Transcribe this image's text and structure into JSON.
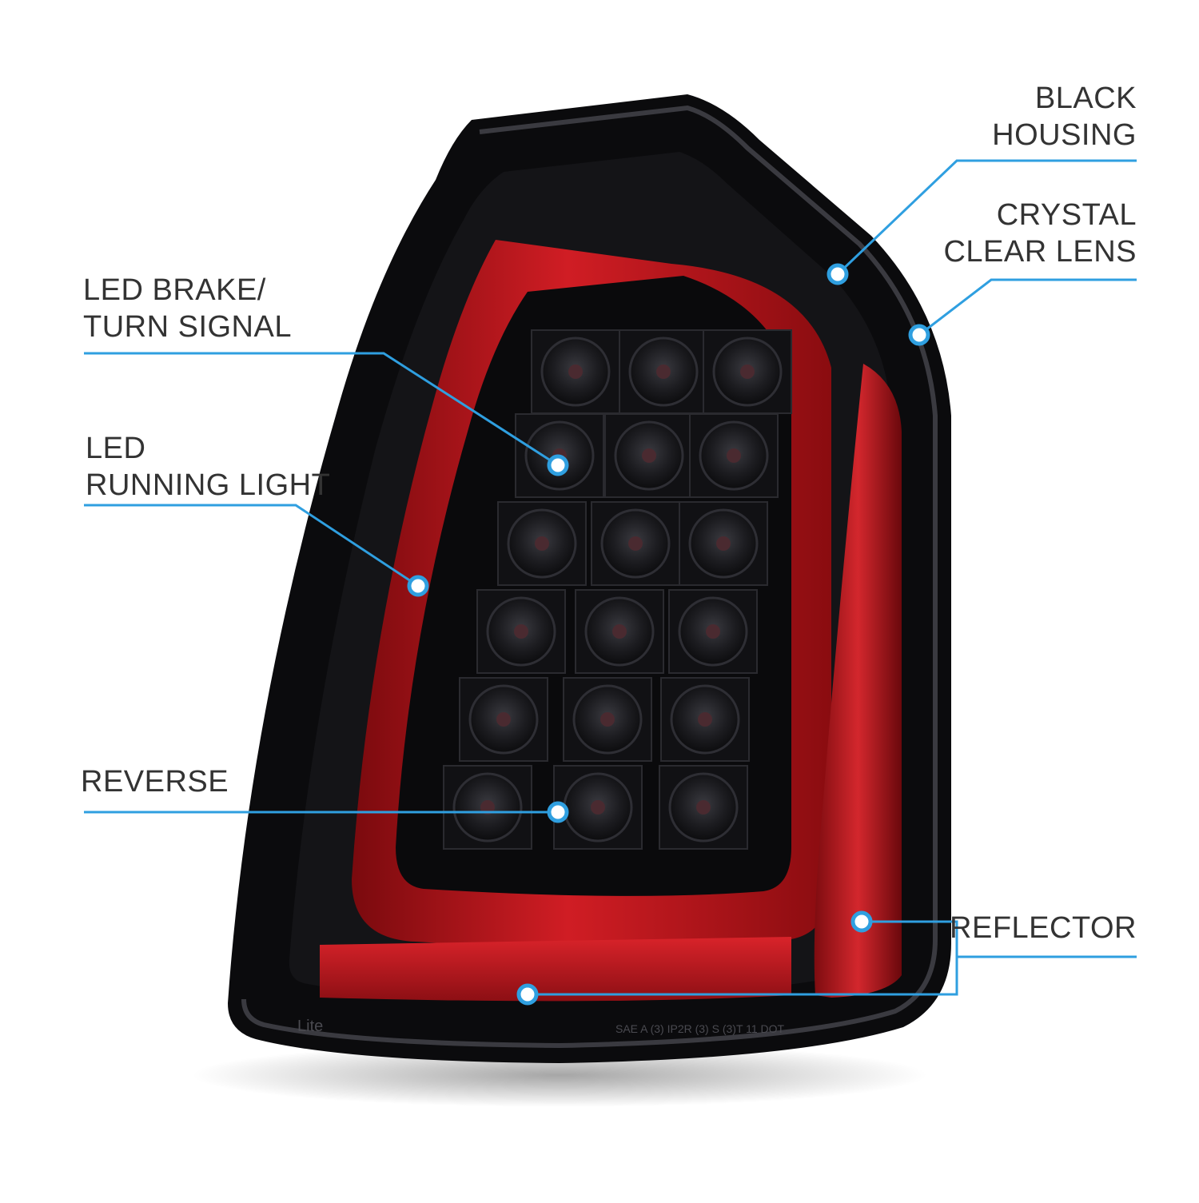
{
  "colors": {
    "callout_line": "#2f9fe0",
    "label_text": "#333333",
    "housing": "#0b0b0d",
    "light_bar": "#c3161c",
    "reflector": "#b8151b"
  },
  "callouts": {
    "led_brake": {
      "line1": "LED BRAKE/",
      "line2": "TURN SIGNAL"
    },
    "led_running": {
      "line1": "LED",
      "line2": "RUNNING LIGHT"
    },
    "reverse": {
      "line1": "REVERSE"
    },
    "black_housing": {
      "line1": "BLACK",
      "line2": "HOUSING"
    },
    "crystal_lens": {
      "line1": "CRYSTAL",
      "line2": "CLEAR LENS"
    },
    "reflector": {
      "line1": "REFLECTOR"
    }
  },
  "markings": {
    "brand": "Lite",
    "dot_code": "SAE A (3) IP2R (3) S (3)T 11 DOT"
  }
}
